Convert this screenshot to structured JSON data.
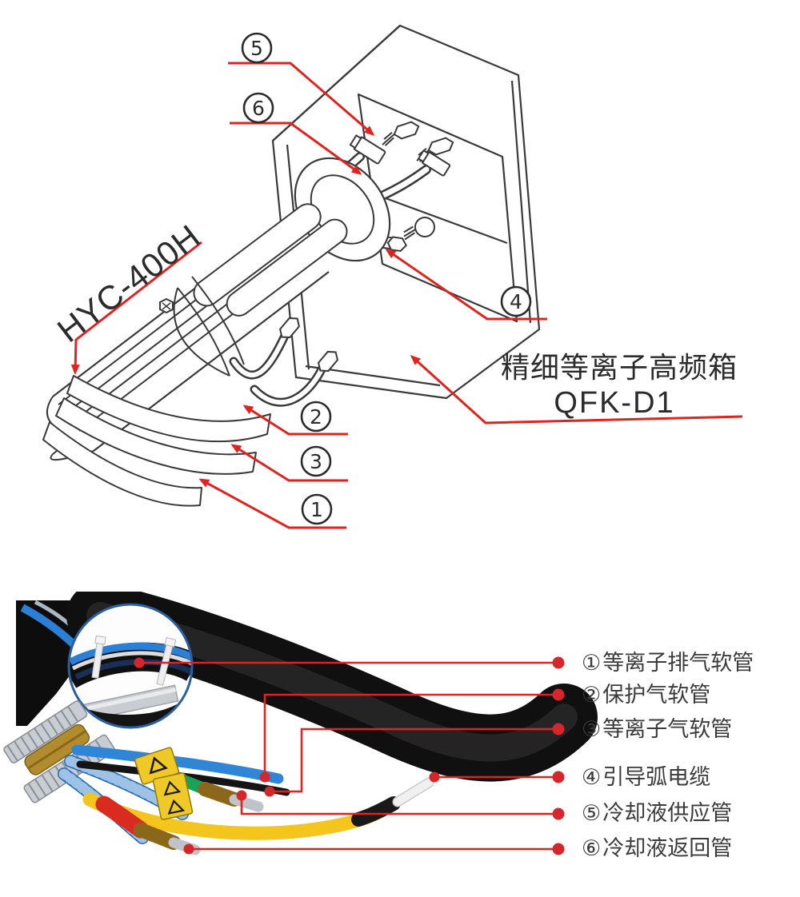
{
  "colors": {
    "leader_red": "#e0231e",
    "ink": "#3a3a3a",
    "magnifier_blue": "#2a5fa0",
    "hose_blue": "#2f86d6",
    "hose_yellow": "#f3c51d",
    "hose_green": "#17a35b",
    "hose_red": "#da2b20",
    "sleeve_black": "#101010"
  },
  "diagram": {
    "torch_model": "HYC-400H",
    "box_name": "精细等离子高频箱",
    "box_model": "QFK-D1",
    "callouts": [
      {
        "num": "1"
      },
      {
        "num": "2"
      },
      {
        "num": "3"
      },
      {
        "num": "4"
      },
      {
        "num": "5"
      },
      {
        "num": "6"
      }
    ]
  },
  "legend": {
    "items": [
      {
        "marker": "①",
        "label": "等离子排气软管"
      },
      {
        "marker": "②",
        "label": "保护气软管"
      },
      {
        "marker": "③",
        "label": "等离子气软管"
      },
      {
        "marker": "④",
        "label": "引导弧电缆"
      },
      {
        "marker": "⑤",
        "label": "冷却液供应管"
      },
      {
        "marker": "⑥",
        "label": "冷却液返回管"
      }
    ]
  }
}
